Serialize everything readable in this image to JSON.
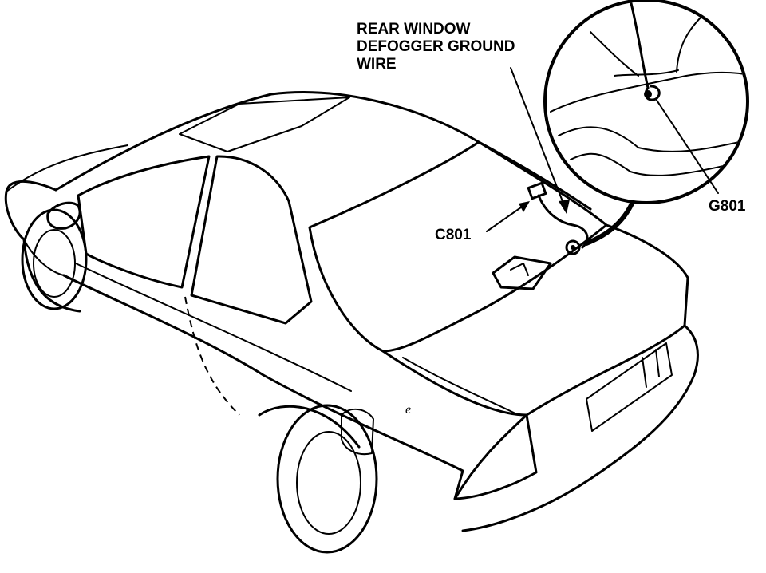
{
  "labels": {
    "wire_title_line1": "REAR WINDOW",
    "wire_title_line2": "DEFOGGER GROUND",
    "wire_title_line3": "WIRE",
    "connector": "C801",
    "ground": "G801",
    "body_mark": "e"
  }
}
